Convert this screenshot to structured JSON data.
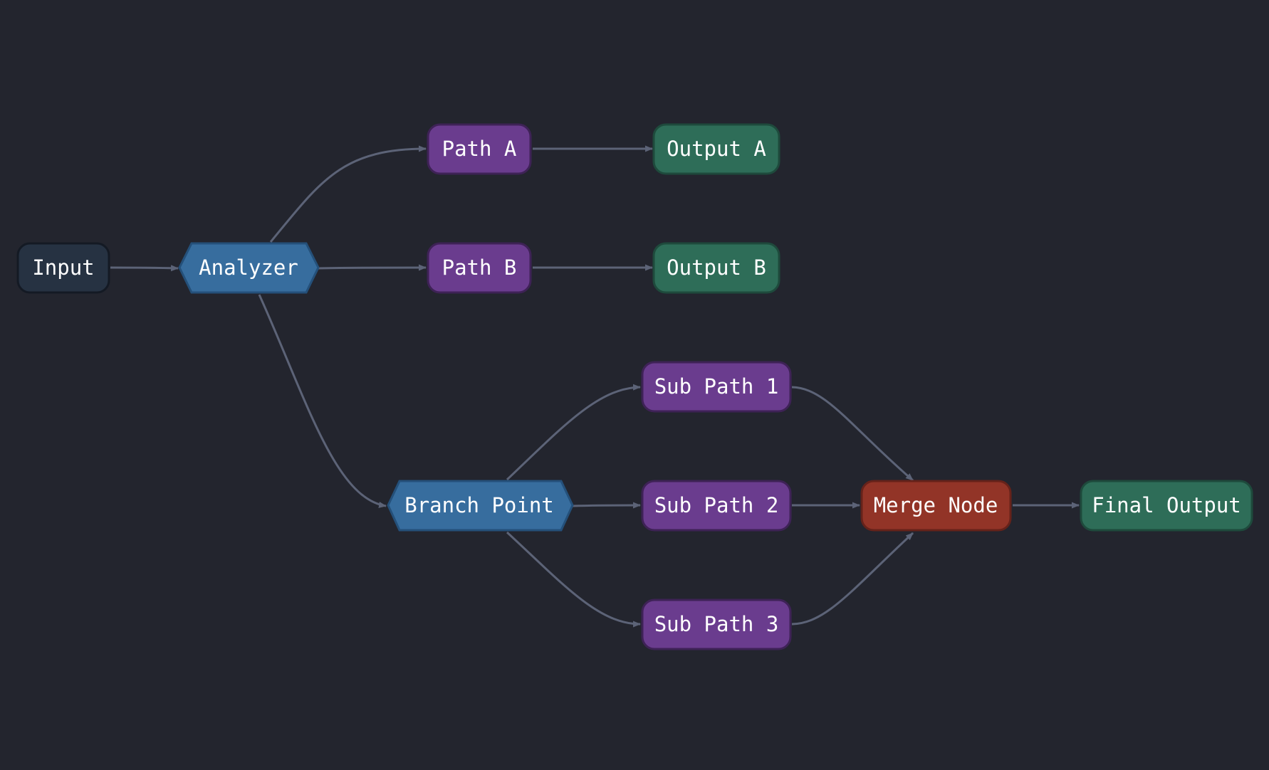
{
  "colors": {
    "background": "#23252e",
    "edge": "#5c6377",
    "input_fill": "#263242",
    "input_stroke": "#141a24",
    "decision_fill": "#376d9e",
    "decision_stroke": "#24507a",
    "path_fill": "#6a3c8e",
    "path_stroke": "#3e2256",
    "output_fill": "#2e6d58",
    "output_stroke": "#1e4a3c",
    "merge_fill": "#923427",
    "merge_stroke": "#66221a",
    "text": "#ffffff"
  },
  "nodes": {
    "input": {
      "label": "Input",
      "shape": "rounded-rectangle",
      "role": "input"
    },
    "analyzer": {
      "label": "Analyzer",
      "shape": "hexagon",
      "role": "decision"
    },
    "path_a": {
      "label": "Path A",
      "shape": "rounded-rectangle",
      "role": "path"
    },
    "path_b": {
      "label": "Path B",
      "shape": "rounded-rectangle",
      "role": "path"
    },
    "output_a": {
      "label": "Output A",
      "shape": "rounded-rectangle",
      "role": "output"
    },
    "output_b": {
      "label": "Output B",
      "shape": "rounded-rectangle",
      "role": "output"
    },
    "branch_point": {
      "label": "Branch Point",
      "shape": "hexagon",
      "role": "decision"
    },
    "sub_path_1": {
      "label": "Sub Path 1",
      "shape": "rounded-rectangle",
      "role": "path"
    },
    "sub_path_2": {
      "label": "Sub Path 2",
      "shape": "rounded-rectangle",
      "role": "path"
    },
    "sub_path_3": {
      "label": "Sub Path 3",
      "shape": "rounded-rectangle",
      "role": "path"
    },
    "merge_node": {
      "label": "Merge Node",
      "shape": "rounded-rectangle",
      "role": "merge"
    },
    "final_output": {
      "label": "Final Output",
      "shape": "rounded-rectangle",
      "role": "output"
    }
  },
  "edges": [
    {
      "from": "input",
      "to": "analyzer"
    },
    {
      "from": "analyzer",
      "to": "path_a"
    },
    {
      "from": "analyzer",
      "to": "path_b"
    },
    {
      "from": "analyzer",
      "to": "branch_point"
    },
    {
      "from": "path_a",
      "to": "output_a"
    },
    {
      "from": "path_b",
      "to": "output_b"
    },
    {
      "from": "branch_point",
      "to": "sub_path_1"
    },
    {
      "from": "branch_point",
      "to": "sub_path_2"
    },
    {
      "from": "branch_point",
      "to": "sub_path_3"
    },
    {
      "from": "sub_path_1",
      "to": "merge_node"
    },
    {
      "from": "sub_path_2",
      "to": "merge_node"
    },
    {
      "from": "sub_path_3",
      "to": "merge_node"
    },
    {
      "from": "merge_node",
      "to": "final_output"
    }
  ]
}
